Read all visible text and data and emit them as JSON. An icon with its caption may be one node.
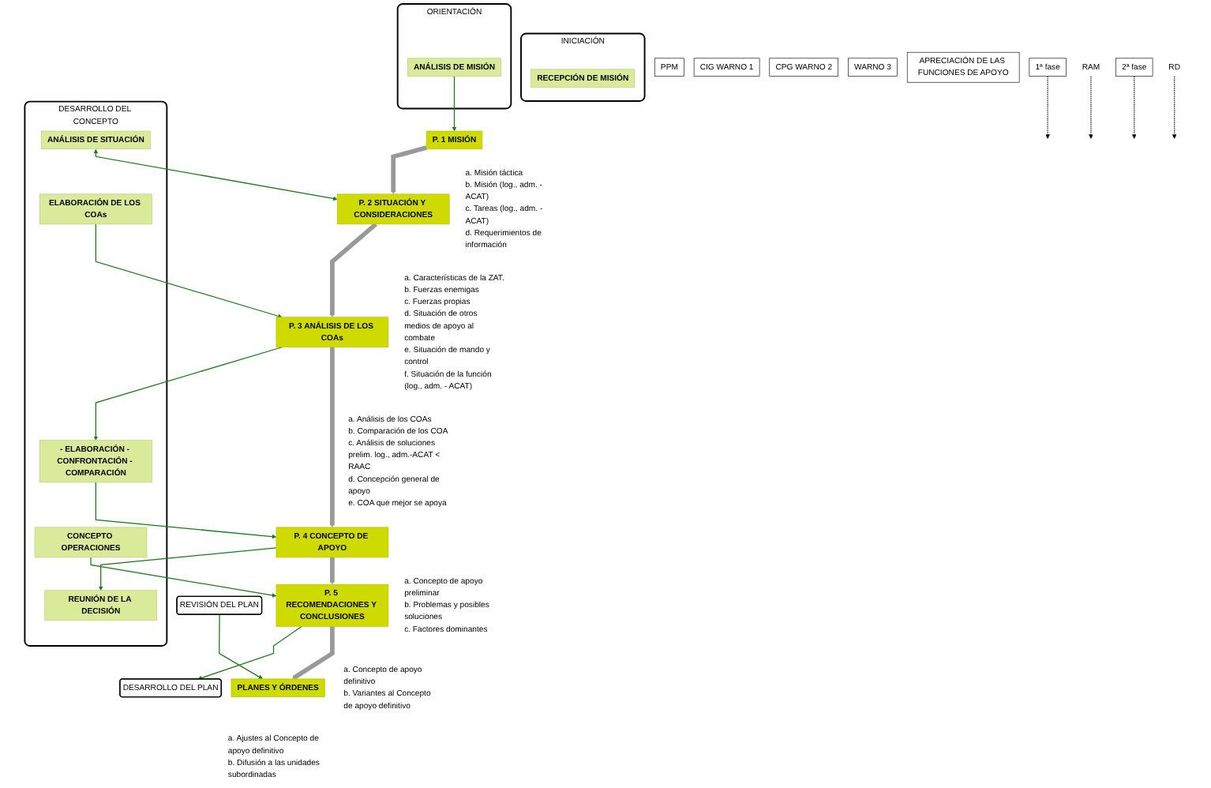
{
  "diagram": {
    "nodes": [
      {
        "text": [
          "PPM"
        ]
      },
      {
        "text": [
          "INICIACIÓN"
        ]
      },
      {
        "text": [
          "RECEPCIÓN DE MISIÓN"
        ],
        "in": 1
      },
      {
        "text": [
          "CIG WARNO 1"
        ]
      },
      {
        "text": [
          "ORIENTACIÓN"
        ]
      },
      {
        "text": [
          "ANÁLISIS DE MISIÓN"
        ],
        "in": 4
      },
      {
        "text": [
          "CPG WARNO 2"
        ]
      },
      {
        "text": [
          "DESARROLLO DEL CONCEPTO"
        ]
      },
      {
        "text": [
          "ANÁLISIS DE SITUACIÓN"
        ],
        "in": 7
      },
      {
        "text": [
          "ELABORACIÓN DE LOS COAs"
        ],
        "in": 7
      },
      {
        "text": [
          "- ELABORACIÓN - CONFRONTACIÓN - COMPARACIÓN"
        ],
        "in": 7
      },
      {
        "text": [
          "REUNIÓN DE LA DECISIÓN"
        ],
        "in": 7
      },
      {
        "text": [
          "CONCEPTO OPERACIONES"
        ],
        "in": 7
      },
      {
        "text": [
          "WARNO 3"
        ]
      },
      {
        "text": [
          "DESARROLLO DEL PLAN"
        ]
      },
      {
        "text": [
          "REVISIÓN DEL PLAN"
        ]
      },
      {
        "text": [
          "APRECIACIÓN DE LAS FUNCIONES DE APOYO"
        ]
      },
      {
        "text": [
          "P. 1 MISIÓN"
        ],
        "beside": [
          "a. Misión táctica",
          "b. Misión (log., adm. - ACAT)",
          "c. Tareas (log., adm. - ACAT)",
          "d. Requerimientos de información"
        ]
      },
      {
        "text": [
          "P. 2 SITUACIÓN Y CONSIDERACIONES"
        ],
        "beside": [
          "a. Características de la ZAT.",
          "b. Fuerzas enemigas",
          "c. Fuerzas propias",
          "d. Situación de otros medios de apoyo al combate",
          "e. Situación de mando y control",
          "f. Situación de la función (log., adm. - ACAT)"
        ]
      },
      {
        "text": [
          "P. 3 ANÁLISIS DE LOS COAs"
        ],
        "beside": [
          "a. Análisis de los COAs",
          "b. Comparación de los COA",
          "c. Análisis de soluciones prelim. log., adm.-ACAT < RAAC",
          "d. Concepción general de apoyo",
          "e. COA que mejor se apoya"
        ]
      },
      {
        "text": [
          "P. 4 CONCEPTO DE APOYO"
        ],
        "beside": [
          "a. Concepto de apoyo preliminar",
          "b. Problemas y posibles soluciones",
          "c. Factores dominantes"
        ]
      },
      {
        "text": [
          "P. 5 RECOMENDACIONES Y CONCLUSIONES"
        ],
        "beside": [
          "a. Concepto de apoyo definitivo",
          "b. Variantes al Concepto de apoyo definitivo"
        ]
      },
      {
        "text": [
          "PLANES Y ÓRDENES"
        ],
        "beside": [
          "a. Ajustes al Concepto de apoyo definitivo",
          "b. Difusión a las unidades subordinadas"
        ]
      },
      {
        "text": [
          "1ª fase"
        ]
      },
      {
        "text": [
          "RAM"
        ]
      },
      {
        "text": [
          "2ª fase"
        ]
      },
      {
        "text": [
          "RD"
        ]
      }
    ],
    "edges": [
      {
        "from": 5,
        "to": 17,
        "arrow": "to"
      },
      {
        "from": 8,
        "to": 18,
        "arrow": "both"
      },
      {
        "from": 9,
        "to": 19,
        "arrow": "to"
      },
      {
        "from": 19,
        "to": 10,
        "arrow": "to"
      },
      {
        "from": 10,
        "to": 20,
        "arrow": "to"
      },
      {
        "from": 20,
        "to": 11,
        "arrow": "to"
      },
      {
        "from": 12,
        "to": 21,
        "arrow": "to"
      },
      {
        "from": 21,
        "to": 14,
        "arrow": "to"
      },
      {
        "from": 15,
        "to": 22,
        "arrow": "to"
      },
      {
        "from": 17,
        "to": 18,
        "arrow": "to",
        "style": "thick",
        "color": "#999999"
      },
      {
        "from": 18,
        "to": 19,
        "arrow": "to",
        "style": "thick",
        "color": "#999999"
      },
      {
        "from": 19,
        "to": 20,
        "arrow": "to",
        "style": "thick",
        "color": "#999999"
      },
      {
        "from": 20,
        "to": 21,
        "arrow": "to",
        "style": "thick",
        "color": "#999999"
      },
      {
        "from": 21,
        "to": 22,
        "arrow": "to",
        "style": "thick",
        "color": "#999999"
      },
      {
        "from": 23,
        "to": null,
        "arrow": "to",
        "style": "dashed",
        "color": "#000000"
      },
      {
        "from": 24,
        "to": null,
        "arrow": "to",
        "style": "dashed",
        "color": "#000000"
      },
      {
        "from": 25,
        "to": null,
        "arrow": "to",
        "style": "dashed",
        "color": "#000000"
      },
      {
        "from": 26,
        "to": null,
        "arrow": "to",
        "style": "dashed",
        "color": "#000000"
      }
    ]
  }
}
